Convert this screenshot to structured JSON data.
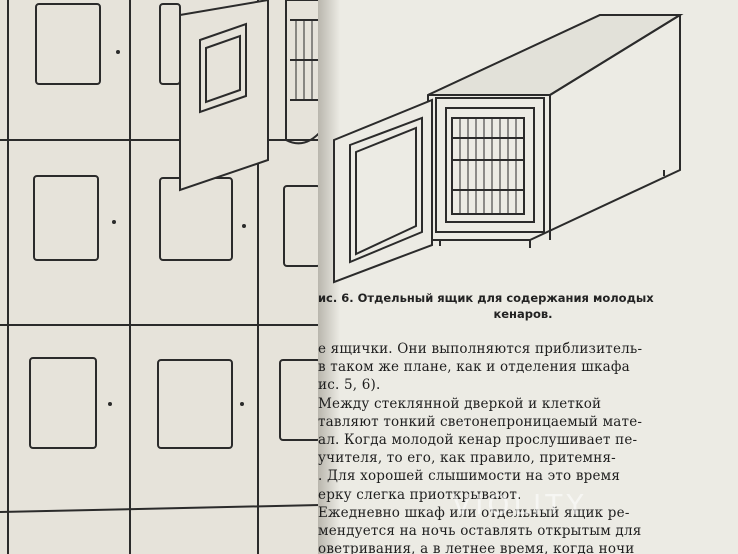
{
  "caption": {
    "line1": "ис. 6. Отдельный ящик для содержания молодых",
    "line2": "кенаров."
  },
  "body_lines": [
    "е ящички. Они выполняются приблизитель-",
    "в таком же плане, как и отделения шкафа",
    "ис. 5, 6).",
    "Между стеклянной дверкой и клеткой",
    "тавляют тонкий светонепроницаемый мате-",
    "ал. Когда молодой кенар прослушивает пе-",
    "учителя, то его, как правило, притемня-",
    ". Для хорошей слышимости на это время",
    "ерку слегка приоткрывают.",
    "Ежедневно шкаф или отдельный ящик ре-",
    "мендуется на ночь оставлять открытым для",
    "оветривания, а в летнее время, когда ночи"
  ],
  "watermark": "VIOLITY"
}
